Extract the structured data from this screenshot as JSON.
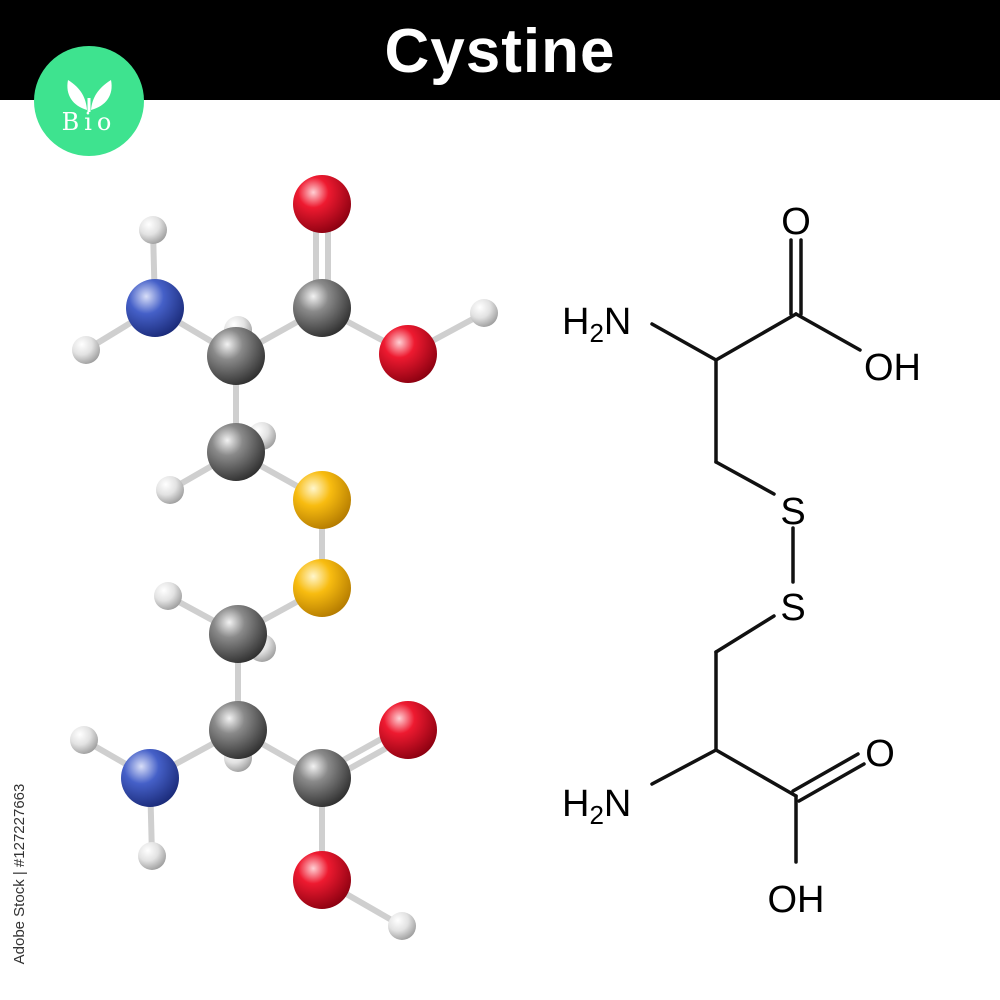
{
  "header": {
    "title": "Cystine",
    "background": "#000000",
    "text_color": "#ffffff"
  },
  "badge": {
    "label": "Bio",
    "icon": "leaf-sprout-icon",
    "color": "#3ee38f"
  },
  "ball_and_stick_model": {
    "atom_colors": {
      "carbon": "#7a7a7a",
      "oxygen": "#e8102a",
      "nitrogen": "#3b55c4",
      "sulfur": "#f5b800",
      "hydrogen": "#e6e6e6"
    }
  },
  "structural_formula": {
    "labels": {
      "amine_top": {
        "main": "H",
        "sub": "2",
        "rest": "N"
      },
      "carbonyl_o_top": "O",
      "hydroxyl_top": "OH",
      "sulfur_1": "S",
      "sulfur_2": "S",
      "amine_bottom": {
        "main": "H",
        "sub": "2",
        "rest": "N"
      },
      "carbonyl_o_bottom": "O",
      "hydroxyl_bottom": "OH"
    }
  },
  "watermark": {
    "stock_id": "Adobe Stock | #127227663"
  }
}
